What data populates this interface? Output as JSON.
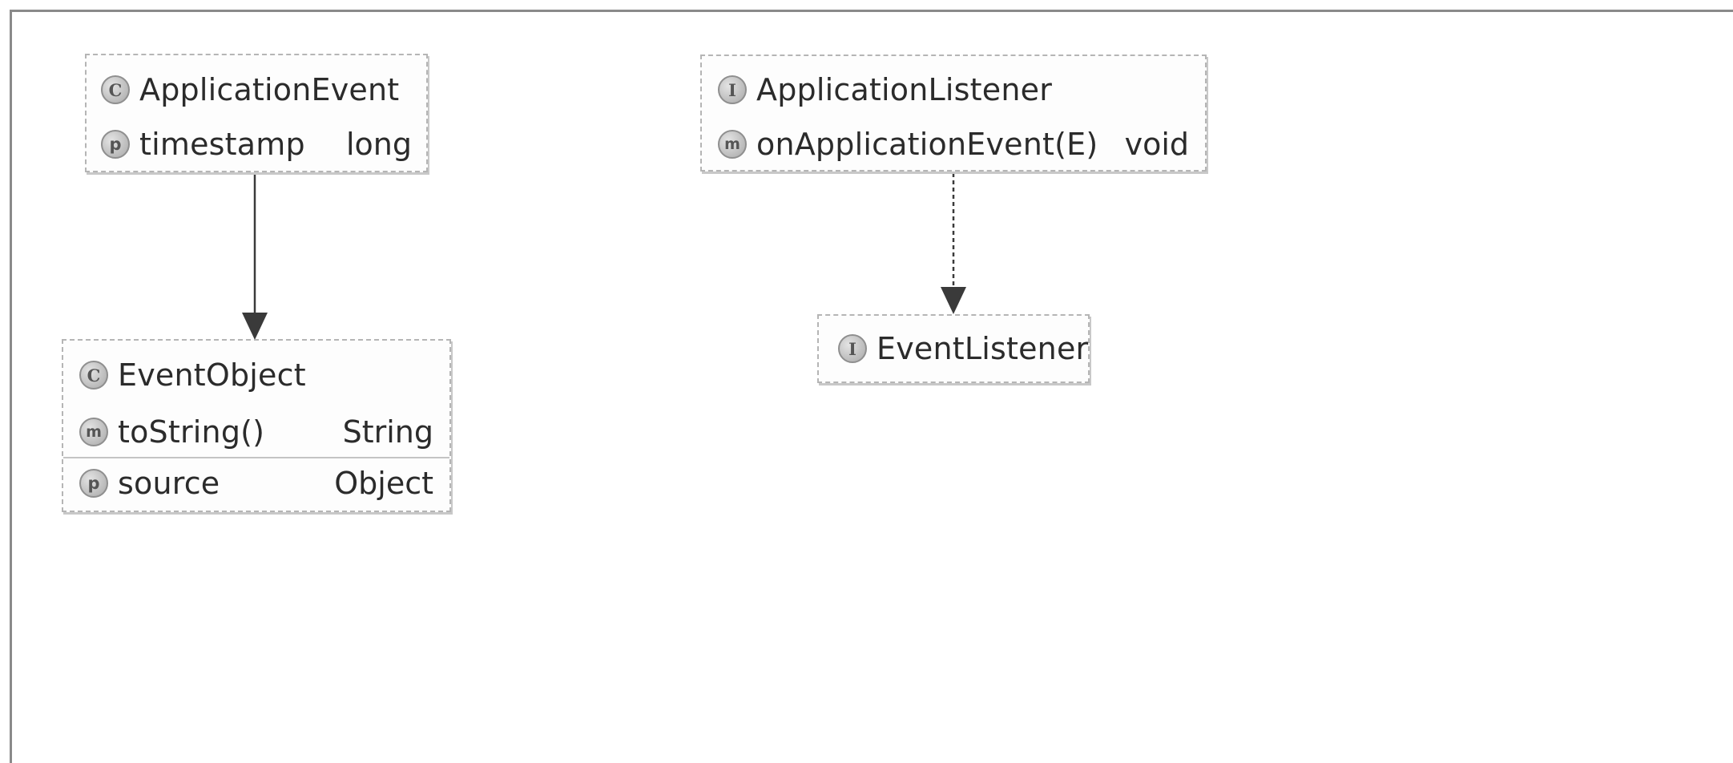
{
  "diagram": {
    "application_event": {
      "kind_icon": "C",
      "name": "ApplicationEvent",
      "members": [
        {
          "icon": "p",
          "name": "timestamp",
          "type": "long"
        }
      ]
    },
    "event_object": {
      "kind_icon": "C",
      "name": "EventObject",
      "members": [
        {
          "icon": "m",
          "name": "toString()",
          "type": "String"
        },
        {
          "icon": "p",
          "name": "source",
          "type": "Object"
        }
      ]
    },
    "application_listener": {
      "kind_icon": "I",
      "name": "ApplicationListener",
      "members": [
        {
          "icon": "m",
          "name": "onApplicationEvent(E)",
          "type": "void"
        }
      ]
    },
    "event_listener": {
      "kind_icon": "I",
      "name": "EventListener",
      "members": []
    }
  },
  "colors": {
    "box_border": "#b5b5b5",
    "arrow": "#3a3a3a",
    "icon_fill": "#a8a8a8"
  }
}
